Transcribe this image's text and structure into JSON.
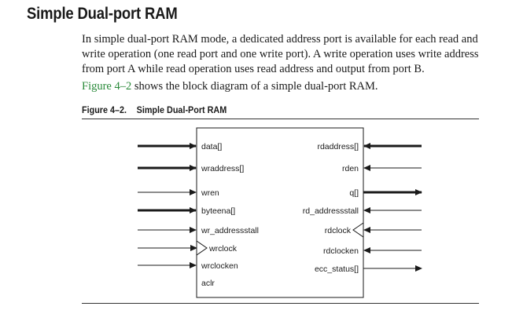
{
  "section": {
    "title": "Simple Dual-port RAM",
    "paragraph1": "In simple dual-port RAM mode, a dedicated address port is available for each read and write operation (one read port and one write port). A write operation uses write address from port A while read operation uses read address and output from port B.",
    "paragraph2_link": "Figure 4–2",
    "paragraph2_rest": " shows the block diagram of a simple dual-port RAM."
  },
  "figure": {
    "number": "Figure 4–2.",
    "title": "Simple Dual-Port RAM",
    "left_ports": [
      {
        "label": "data[]",
        "kind": "bus"
      },
      {
        "label": "wraddress[]",
        "kind": "bus"
      },
      {
        "label": "wren",
        "kind": "line"
      },
      {
        "label": "byteena[]",
        "kind": "bus"
      },
      {
        "label": "wr_addressstall",
        "kind": "line"
      },
      {
        "label": "wrclock",
        "kind": "clock"
      },
      {
        "label": "wrclocken",
        "kind": "line"
      },
      {
        "label": "aclr",
        "kind": "none"
      }
    ],
    "right_ports": [
      {
        "label": "rdaddress[]",
        "kind": "bus",
        "direction": "in"
      },
      {
        "label": "rden",
        "kind": "line",
        "direction": "in"
      },
      {
        "label": "q[]",
        "kind": "bus",
        "direction": "out"
      },
      {
        "label": "rd_addressstall",
        "kind": "line",
        "direction": "in"
      },
      {
        "label": "rdclock",
        "kind": "clock",
        "direction": "in"
      },
      {
        "label": "rdclocken",
        "kind": "line",
        "direction": "in"
      },
      {
        "label": "ecc_status[]",
        "kind": "line",
        "direction": "out"
      }
    ]
  }
}
